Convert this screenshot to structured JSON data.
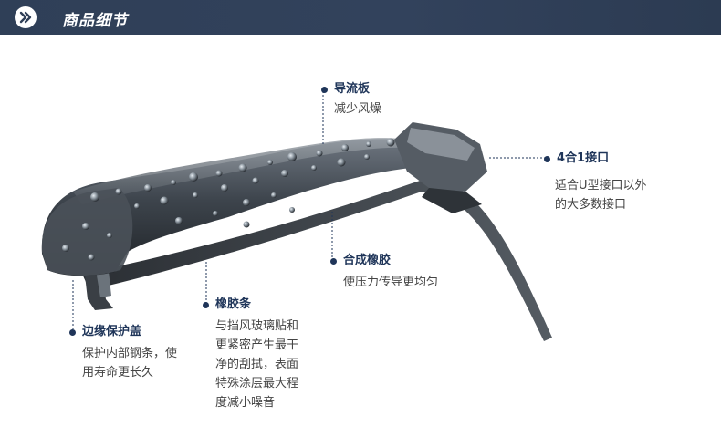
{
  "header": {
    "title": "商品细节",
    "icon": "chevron-right-icon",
    "bar_color": "#2f3f57"
  },
  "accent_color": "#1f3559",
  "callouts": {
    "spoiler": {
      "title": "导流板",
      "desc": "减少风燥"
    },
    "connector": {
      "title": "4合1接口",
      "desc": "适合U型接口以外\n的大多数接口"
    },
    "rubber_compound": {
      "title": "合成橡胶",
      "desc": "使压力传导更均匀"
    },
    "rubber_strip": {
      "title": "橡胶条",
      "desc": "与挡风玻璃贴和\n更紧密产生最干\n净的刮拭，表面\n特殊涂层最大程\n度减小噪音"
    },
    "edge_cap": {
      "title": "边缘保护盖",
      "desc": "保护内部钢条，使\n用寿命更长久"
    }
  }
}
